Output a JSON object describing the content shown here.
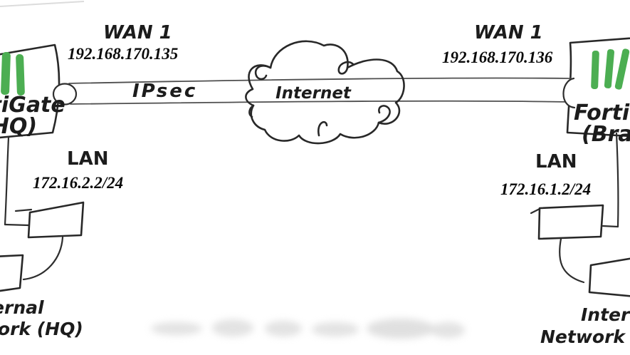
{
  "cloud": {
    "label": "Internet"
  },
  "tunnel": {
    "label": "IPsec"
  },
  "hq": {
    "wan_label": "WAN 1",
    "wan_ip": "192.168.170.135",
    "device_line1": "FortiGate",
    "device_line2": "(HQ)",
    "lan_label": "LAN",
    "lan_ip": "172.16.2.2/24",
    "network_line1": "Internal",
    "network_line2": "Network (HQ)"
  },
  "branch": {
    "wan_label": "WAN 1",
    "wan_ip": "192.168.170.136",
    "device_line1": "FortiGate",
    "device_line2": "(Branch)",
    "lan_label": "LAN",
    "lan_ip": "172.16.1.2/24",
    "network_line1": "Internal",
    "network_line2": "Network (Branch)"
  },
  "colors": {
    "led_green": "#4cae52",
    "ink": "#282828",
    "wire": "#4f4f4f"
  }
}
